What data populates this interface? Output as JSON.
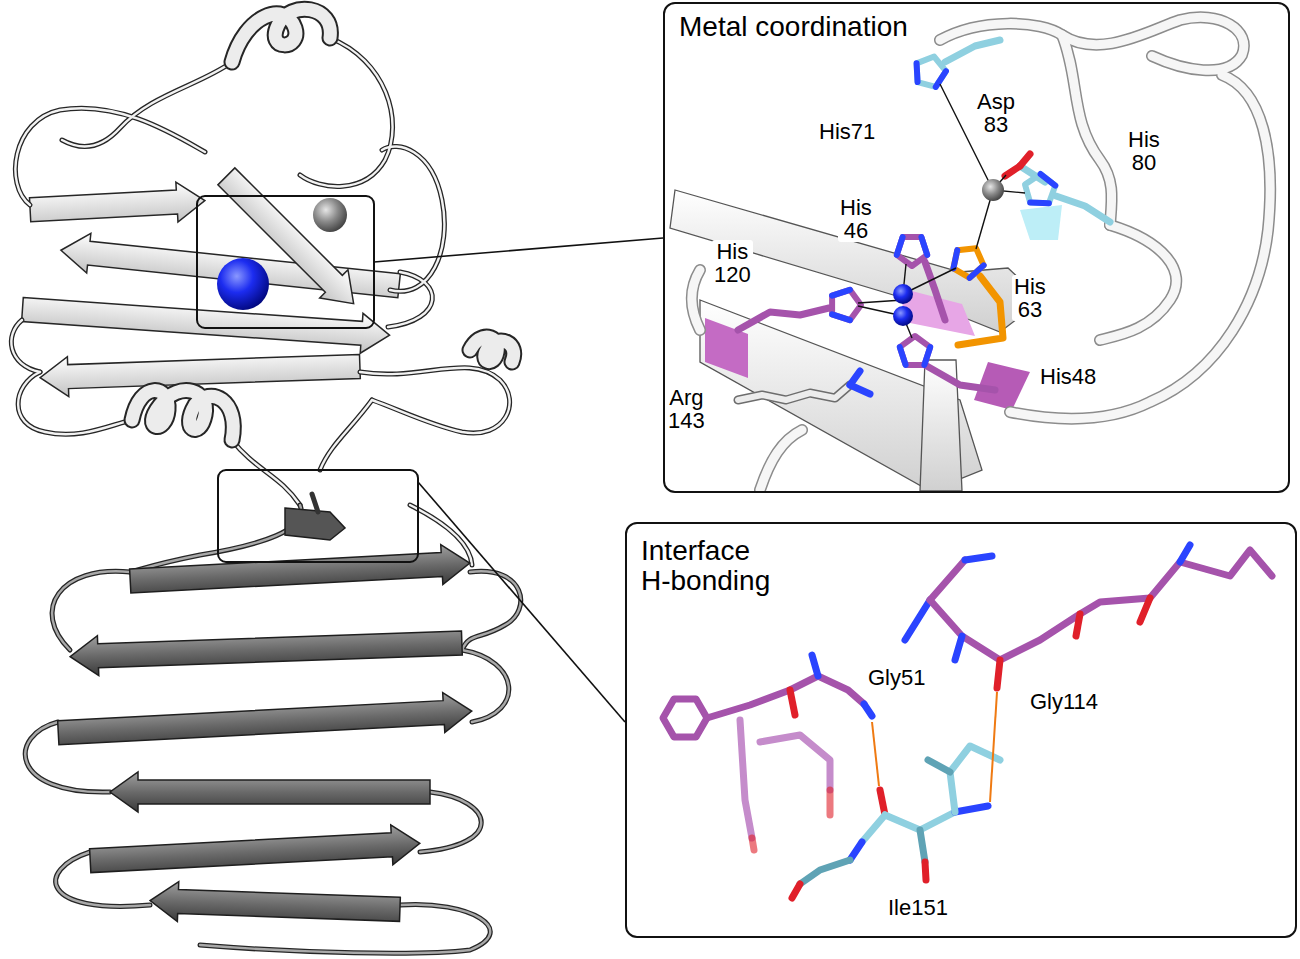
{
  "diagram": {
    "nodes": [
      {
        "text": [
          "Metal coordination"
        ]
      },
      {
        "text": [
          "Interface H-bonding"
        ]
      }
    ],
    "labels": [
      "His71",
      "Asp 83",
      "His 80",
      "His 46",
      "His 120",
      "His 63",
      "His48",
      "Arg 143",
      "Gly51",
      "Gly114",
      "Ile151"
    ]
  }
}
